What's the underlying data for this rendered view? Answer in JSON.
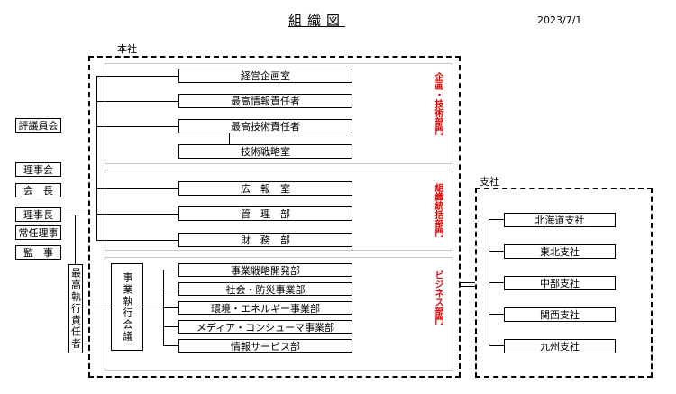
{
  "header": {
    "title": "組織図",
    "date": "2023/7/1"
  },
  "labels": {
    "honsha": "本社",
    "shisha": "支社"
  },
  "left_boxes": {
    "hyogiinkai": "評議員会",
    "rijikai": "理事会",
    "kaicho": "会　長",
    "rijicho": "理事長",
    "joninriji": "常任理事",
    "kanji": "監　事"
  },
  "cxo_box": "最高執行責任者",
  "group1": {
    "label": "企画・技術部門",
    "items": [
      "経営企画室",
      "最高情報責任者",
      "最高技術責任者",
      "技術戦略室"
    ]
  },
  "group2": {
    "label": "組織統括部門",
    "items": [
      "広　報　室",
      "管　理　部",
      "財　務　部"
    ]
  },
  "group3": {
    "label": "ビジネス部門",
    "council": "事業執行会議",
    "items": [
      "事業戦略開発部",
      "社会・防災事業部",
      "環境・エネルギー事業部",
      "メディア・コンシューマ事業部",
      "情報サービス部"
    ]
  },
  "branches": [
    "北海道支社",
    "東北支社",
    "中部支社",
    "関西支社",
    "九州支社"
  ]
}
